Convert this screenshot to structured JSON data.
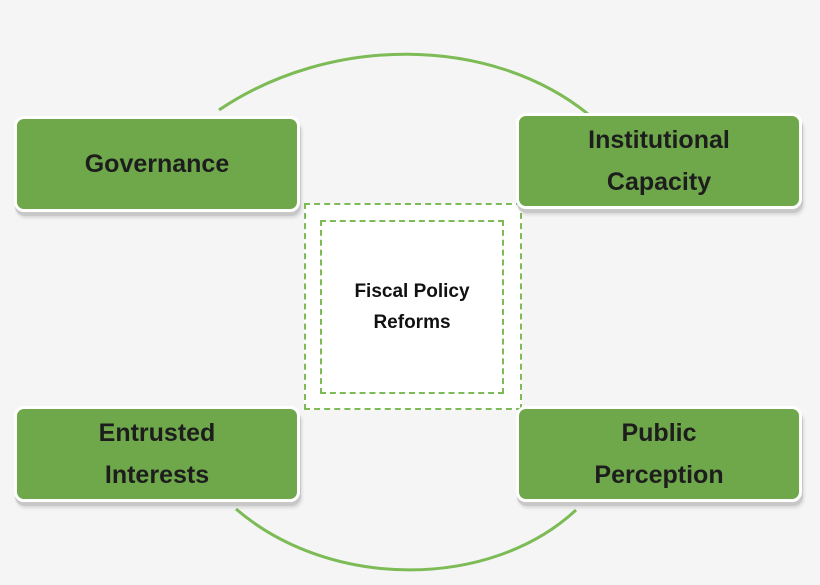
{
  "diagram": {
    "center": {
      "label": "Fiscal Policy\nReforms"
    },
    "nodes": {
      "governance": {
        "label": "Governance"
      },
      "institutional_capacity": {
        "label": "Institutional\nCapacity"
      },
      "entrusted_interests": {
        "label": "Entrusted\nInterests"
      },
      "public_perception": {
        "label": "Public\nPerception"
      }
    },
    "colors": {
      "box_fill": "#6ea84a",
      "connector": "#7cbb55",
      "dashed_border": "#7cbb55",
      "background": "#f5f5f5"
    }
  }
}
